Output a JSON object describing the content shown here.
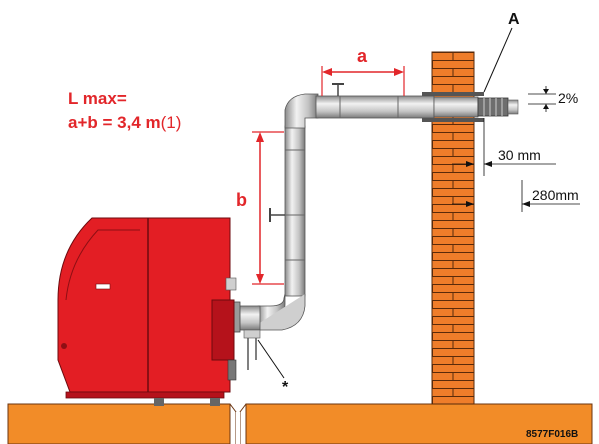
{
  "formula": {
    "line1": "L max=",
    "line2_prefix": "a+b = 3,4 m",
    "line2_suffix": "(1)"
  },
  "labels": {
    "a": "a",
    "b": "b",
    "A": "A",
    "slope": "2%",
    "dim_30": "30 mm",
    "dim_280": "280mm",
    "asterisk": "*",
    "code": "8577F016B"
  },
  "colors": {
    "accent_red": "#e2262a",
    "boiler_red": "#e31e24",
    "boiler_dark": "#b5121b",
    "brick": "#ef7d2a",
    "floor": "#f28c28",
    "pipe_light": "#e6e6e6",
    "pipe_mid": "#b9b9b9",
    "pipe_dark": "#7d7d7d"
  }
}
